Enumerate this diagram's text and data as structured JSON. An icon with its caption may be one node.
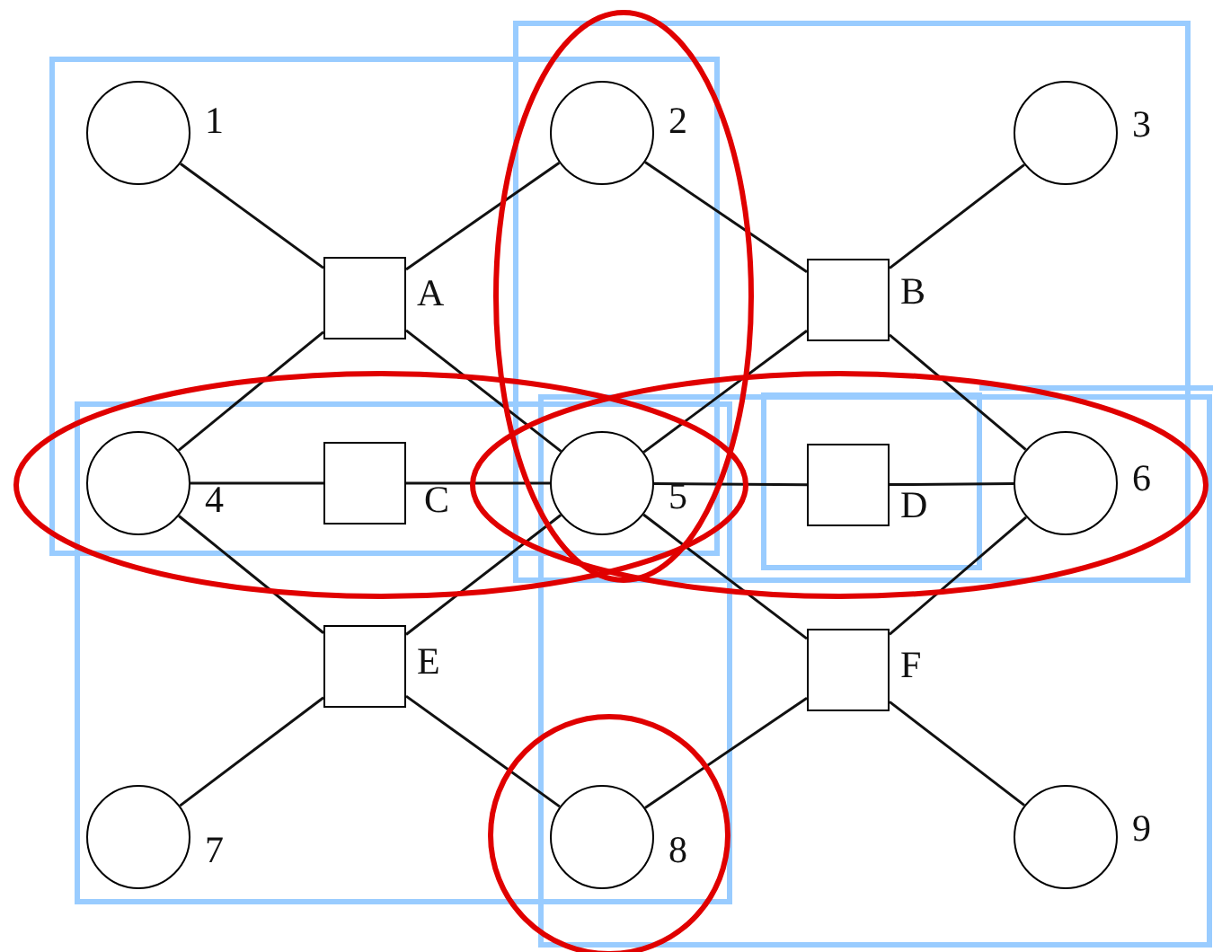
{
  "diagram": {
    "nodes": [
      {
        "text": [
          "1"
        ]
      },
      {
        "text": [
          "2"
        ]
      },
      {
        "text": [
          "3"
        ]
      },
      {
        "text": [
          "4"
        ]
      },
      {
        "text": [
          "5"
        ]
      },
      {
        "text": [
          "6"
        ]
      },
      {
        "text": [
          "7"
        ]
      },
      {
        "text": [
          "8"
        ]
      },
      {
        "text": [
          "9"
        ]
      },
      {
        "text": [
          "A"
        ]
      },
      {
        "text": [
          "B"
        ]
      },
      {
        "text": [
          "C"
        ]
      },
      {
        "text": [
          "D"
        ]
      },
      {
        "text": [
          "E"
        ]
      },
      {
        "text": [
          "F"
        ]
      }
    ],
    "edges": [
      {
        "from": 0,
        "to": 9,
        "arrow": "none"
      },
      {
        "from": 1,
        "to": 9,
        "arrow": "none"
      },
      {
        "from": 1,
        "to": 10,
        "arrow": "none"
      },
      {
        "from": 2,
        "to": 10,
        "arrow": "none"
      },
      {
        "from": 9,
        "to": 3,
        "arrow": "none"
      },
      {
        "from": 9,
        "to": 4,
        "arrow": "none"
      },
      {
        "from": 10,
        "to": 4,
        "arrow": "none"
      },
      {
        "from": 10,
        "to": 5,
        "arrow": "none"
      },
      {
        "from": 3,
        "to": 11,
        "arrow": "none"
      },
      {
        "from": 11,
        "to": 4,
        "arrow": "none"
      },
      {
        "from": 4,
        "to": 12,
        "arrow": "none"
      },
      {
        "from": 12,
        "to": 5,
        "arrow": "none"
      },
      {
        "from": 3,
        "to": 13,
        "arrow": "none"
      },
      {
        "from": 4,
        "to": 13,
        "arrow": "none"
      },
      {
        "from": 4,
        "to": 14,
        "arrow": "none"
      },
      {
        "from": 5,
        "to": 14,
        "arrow": "none"
      },
      {
        "from": 13,
        "to": 6,
        "arrow": "none"
      },
      {
        "from": 13,
        "to": 7,
        "arrow": "none"
      },
      {
        "from": 14,
        "to": 7,
        "arrow": "none"
      },
      {
        "from": 14,
        "to": 8,
        "arrow": "none"
      }
    ]
  }
}
